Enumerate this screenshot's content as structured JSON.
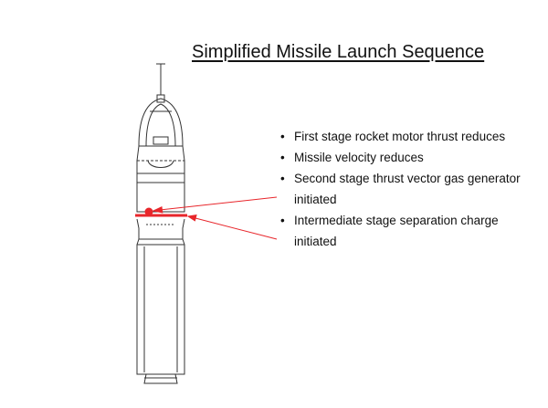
{
  "title": "Simplified Missile Launch Sequence",
  "bullets": [
    "First stage rocket motor thrust reduces",
    "Missile velocity reduces",
    "Second stage thrust vector gas generator initiated",
    "Intermediate stage separation charge initiated"
  ],
  "colors": {
    "accent": "#e8262b",
    "line": "#333333"
  }
}
